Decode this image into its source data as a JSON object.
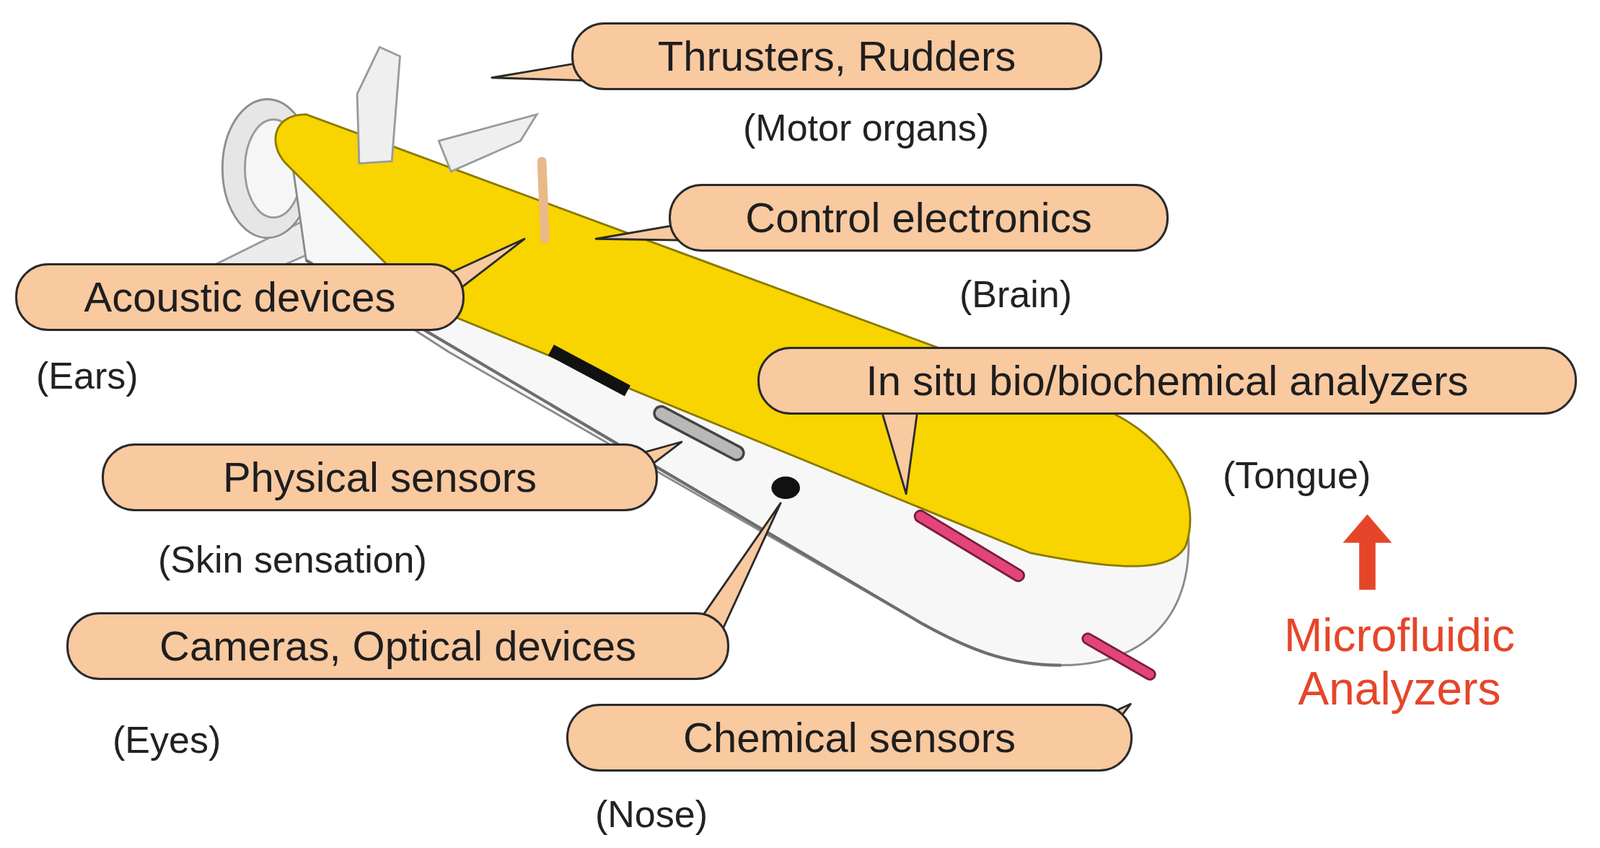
{
  "diagram": {
    "nodes": [
      {
        "text": [
          "Thrusters, Rudders"
        ]
      },
      {
        "text": [
          "Control electronics"
        ]
      },
      {
        "text": [
          "Acoustic devices"
        ]
      },
      {
        "text": [
          "In situ bio/biochemical analyzers"
        ]
      },
      {
        "text": [
          "Physical sensors"
        ]
      },
      {
        "text": [
          "Cameras, Optical devices"
        ]
      },
      {
        "text": [
          "Chemical sensors"
        ]
      }
    ],
    "labels": [
      "(Motor organs)",
      "(Brain)",
      "(Ears)",
      "(Tongue)",
      "Microfluidic Analyzers",
      "(Skin sensation)",
      "(Eyes)",
      "(Nose)"
    ]
  }
}
